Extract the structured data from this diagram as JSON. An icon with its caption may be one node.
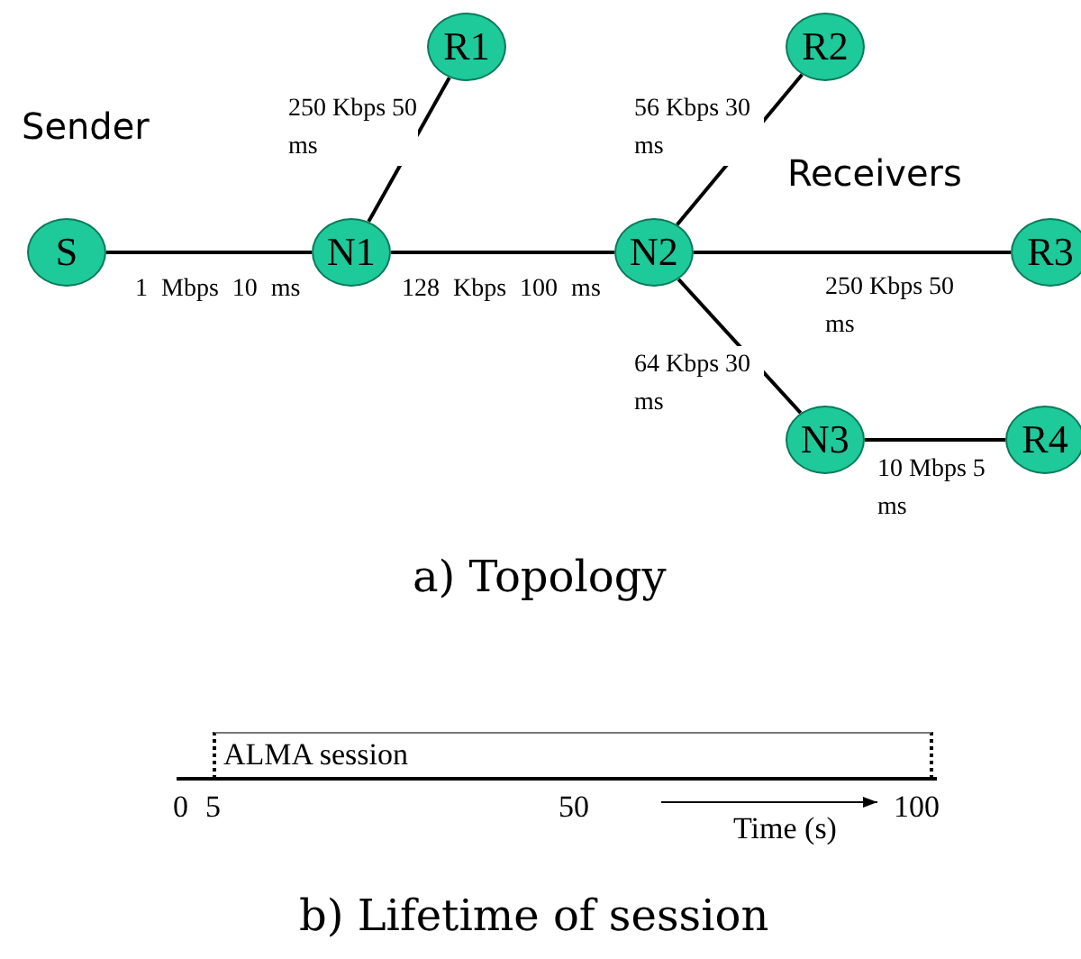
{
  "diagram": {
    "nodes": [
      {
        "text": [
          "S"
        ]
      },
      {
        "text": [
          "N1"
        ]
      },
      {
        "text": [
          "R1"
        ]
      },
      {
        "text": [
          "N2"
        ]
      },
      {
        "text": [
          "R2"
        ]
      },
      {
        "text": [
          "R3"
        ]
      },
      {
        "text": [
          "N3"
        ]
      },
      {
        "text": [
          "R4"
        ]
      },
      {
        "text": [
          "ALMA session"
        ]
      }
    ],
    "edges": [
      {
        "from": 0,
        "to": 1,
        "arrow": "none",
        "label": "1 Mbps 10 ms"
      },
      {
        "from": 1,
        "to": 2,
        "arrow": "none",
        "label": "250 Kbps 50 ms"
      },
      {
        "from": 1,
        "to": 3,
        "arrow": "none",
        "label": "128 Kbps 100 ms"
      },
      {
        "from": 3,
        "to": 4,
        "arrow": "none",
        "label": "56 Kbps 30 ms"
      },
      {
        "from": 3,
        "to": 5,
        "arrow": "none",
        "label": "250 Kbps 50 ms"
      },
      {
        "from": 3,
        "to": 6,
        "arrow": "none",
        "label": "64 Kbps 30 ms"
      },
      {
        "from": 6,
        "to": 7,
        "arrow": "none",
        "label": "10 Mbps 5 ms"
      }
    ],
    "labels": [
      "Sender",
      "Receivers",
      "a) Topology",
      "0",
      "5",
      "50",
      "Time (s)",
      "100",
      "b) Lifetime of session"
    ]
  }
}
